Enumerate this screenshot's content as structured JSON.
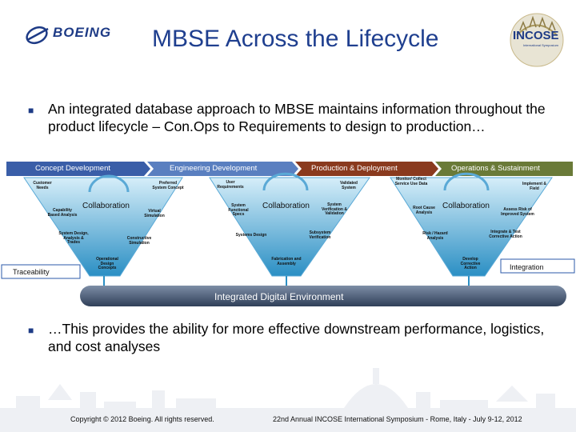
{
  "header": {
    "title": "MBSE Across the Lifecycle",
    "left_logo": "BOEING",
    "right_logo": "INCOSE",
    "right_logo_subtitle": "International Symposium"
  },
  "bullets": [
    "An integrated database approach to MBSE maintains information throughout the product lifecycle – Con.Ops to Requirements to design to production…",
    "…This provides the ability for more effective downstream performance, logistics, and cost analyses"
  ],
  "diagram": {
    "phases": [
      "Concept Development",
      "Engineering Development",
      "Production & Deployment",
      "Operations & Sustainment"
    ],
    "collaboration_label": "Collaboration",
    "traceability_label": "Traceability",
    "integration_label": "Integration",
    "integrated_env_label": "Integrated Digital Environment",
    "v1": {
      "left": [
        "Customer Needs",
        "Capability Based Analysis",
        "System Design, Analysis & Trades"
      ],
      "right": [
        "Preferred System Concept",
        "Virtual Simulation",
        "Constructive Simulation"
      ],
      "bottom": "Operational Design Concepts"
    },
    "v2": {
      "left": [
        "User Requirements",
        "System Functional Specs",
        "Systems Design"
      ],
      "right": [
        "Validated System",
        "System Verification & Validation",
        "Subsystem Verification"
      ],
      "bottom": "Fabrication and Assembly"
    },
    "v3": {
      "left": [
        "Monitor/ Collect Service Use Data",
        "Root Cause Analysis",
        "Risk / Hazard Analysis"
      ],
      "right": [
        "Implement & Field",
        "Assess Risk of Improved System",
        "Integrate & Test Corrective Action"
      ],
      "bottom": "Develop Corrective Action"
    }
  },
  "footer": {
    "copyright": "Copyright © 2012 Boeing. All rights reserved.",
    "conference": "22nd Annual INCOSE International Symposium - Rome, Italy - July 9-12, 2012"
  },
  "colors": {
    "title": "#1f3f8f",
    "phase_1": "#3a5ea8",
    "phase_2": "#5a7fc0",
    "phase_3": "#8a3a1e",
    "phase_4": "#6a7a38",
    "v_fill": "#7ec8e8",
    "v_fill_dark": "#2b8fc4",
    "box_green": "#c9f06a",
    "ide_bar": "#52647e"
  }
}
